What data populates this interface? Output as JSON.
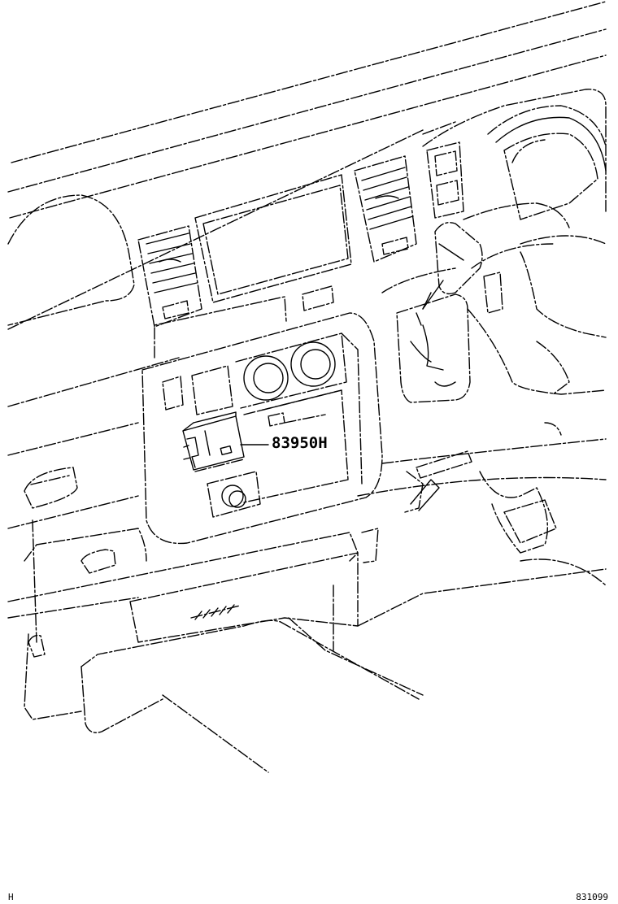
{
  "diagram": {
    "part_callout": "83950H",
    "corner_left_code": "H",
    "corner_right_code": "831099"
  }
}
